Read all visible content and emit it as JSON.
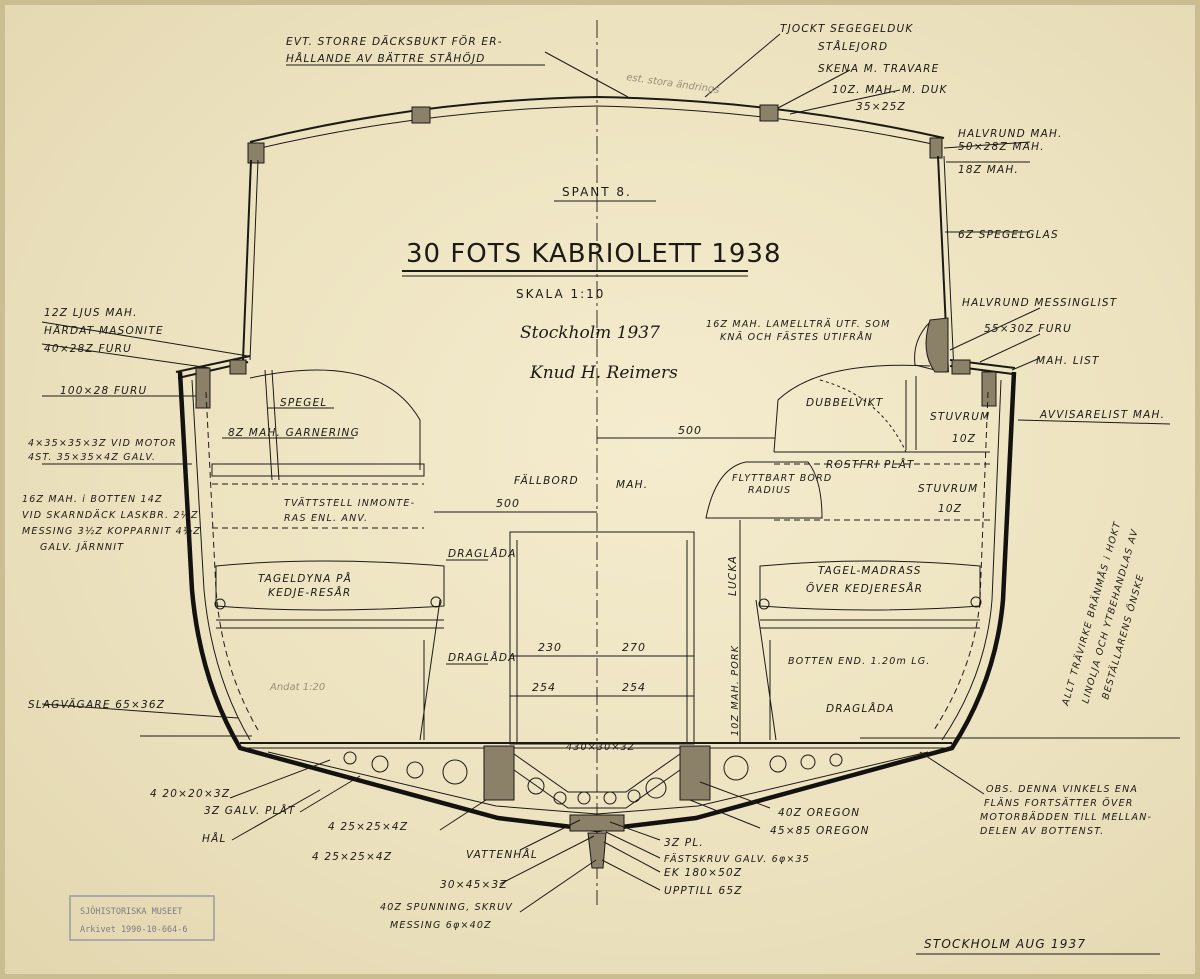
{
  "drawing": {
    "section_label": "SPANT 8.",
    "title": "30 FOTS KABRIOLETT 1938",
    "scale": "SKALA 1:10",
    "signature_place_date": "Stockholm 1937",
    "signature_name": "Knud H. Reimers",
    "footer": "STOCKHOLM AUG 1937",
    "pencil_note_top": "est. stora ändrings",
    "pencil_note_left": "Andat 1:20",
    "stamp_line1": "SJÖHISTORISKA MUSEET",
    "stamp_line2": "Arkivet 1990-10-664-6"
  },
  "labels": {
    "deck_camber": [
      "EVT. STORRE DÄCKSBUKT FÖR ER-",
      "HÅLLANDE AV BÄTTRE STÅHÖJD"
    ],
    "top_right": [
      "TJOCKT SEGEGELDUK",
      "STÅLEJORD",
      "SKENA M. TRAVARE",
      "10Z. MAH. M. DUK",
      "35×25Z"
    ],
    "halvrund_top": [
      "HALVRUND MAH.",
      "50×28Z MAH."
    ],
    "mah_18": "18Z MAH.",
    "spegelglas": "6Z SPEGELGLAS",
    "halvrund_mass": "HALVRUND MESSINGLIST",
    "furu_55": "55×30Z FURU",
    "mah_list": "MAH. LIST",
    "avvisarelist": "AVVISARELIST MAH.",
    "lamell": [
      "16Z MAH. LAMELLTRÄ UTF. SOM",
      "KNÄ OCH FÄSTES UTIFRÅN"
    ],
    "dubbelvikt": "DUBBELVIKT",
    "stuvrum_1": "STUVRUM",
    "pct_10_a": "10Z",
    "rostfri": "ROSTFRI PLÅT",
    "stuvrum_2": "STUVRUM",
    "pct_10_b": "10Z",
    "flyttbart": [
      "FLYTTBART BORD",
      "RADIUS"
    ],
    "lucka": "LUCKA",
    "tagel_right": [
      "TAGEL-MADRASS",
      "ÖVER KEDJERESÅR"
    ],
    "botten": "BOTTEN END. 1.20m LG.",
    "draglada_right": "DRAGLÅDA",
    "pork": "10Z MAH. PORK",
    "left_top": [
      "12Z LJUS MAH.",
      "HÅRDAT MASONITE",
      "40×28Z FURU"
    ],
    "furu_100": "100×28 FURU",
    "spegel": "SPEGEL",
    "garnering": "8Z MAH. GARNERING",
    "vid_motor": [
      "4×35×35×3Z VID MOTOR",
      "4ST. 35×35×4Z GALV."
    ],
    "left_mid": [
      "16Z MAH. i BOTTEN 14Z",
      "VID SKARNDÄCK LASKBR. 2½Z",
      "MESSING 3½Z KOPPARNIT 4½Z",
      "GALV. JÄRNNIT"
    ],
    "fallbord": "FÄLLBORD",
    "fallbord_mah": "MAH.",
    "tvattstell": [
      "TVÄTTSTELL INMONTE-",
      "RAS ENL. ANV."
    ],
    "draglada_1": "DRAGLÅDA",
    "tageldyna": [
      "TAGELDYNA PÅ",
      "KEDJE-RESÅR"
    ],
    "draglada_2": "DRAGLÅDA",
    "slagvagare": "SLAGVÄGARE 65×36Z",
    "vinkel_430": "430×30×3Z",
    "vinkel_20": "4 20×20×3Z",
    "galv_plat": "3Z GALV. PLÅT",
    "hal": "HÅL",
    "vinkel_25a": "4 25×25×4Z",
    "vinkel_25b": "4 25×25×4Z",
    "vattenhal": "VATTENHÅL",
    "vinkel_30": "30×45×3Z",
    "spunning": [
      "40Z SPUNNING, SKRUV",
      "MESSING 6φ×40Z"
    ],
    "oregon_40": "40Z OREGON",
    "oregon_45": "45×85 OREGON",
    "pl_3": "3Z PL.",
    "fastskruv": "FÄSTSKRUV GALV. 6φ×35",
    "ek": "EK 180×50Z",
    "upptill": "UPPTILL 65Z",
    "obs": [
      "OBS. DENNA VINKELS ENA",
      "FLÄNS FORTSÄTTER ÖVER",
      "MOTORBÄDDEN TILL MELLAN-",
      "DELEN AV BOTTENST."
    ],
    "right_vertical": [
      "ALLT TRÄVIRKE BRÄNMÅS i HOKT",
      "LINOLJA OCH YTBEHANDLAS AV",
      "BESTÄLLARENS ÖNSKE"
    ]
  },
  "dimensions": {
    "d500_right": "500",
    "d500_left": "500",
    "d230": "230",
    "d270": "270",
    "d254_left": "254",
    "d254_right": "254"
  }
}
